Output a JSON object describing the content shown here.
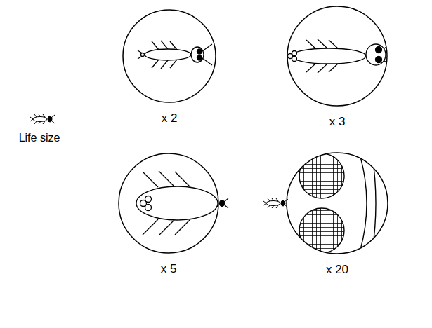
{
  "diagram": {
    "nodes": [
      {
        "text": [
          "x 2"
        ]
      },
      {
        "text": [
          "x 3"
        ]
      },
      {
        "text": [
          "x 5"
        ]
      },
      {
        "text": [
          "x 20"
        ]
      }
    ],
    "labels": [
      "Life size"
    ]
  }
}
